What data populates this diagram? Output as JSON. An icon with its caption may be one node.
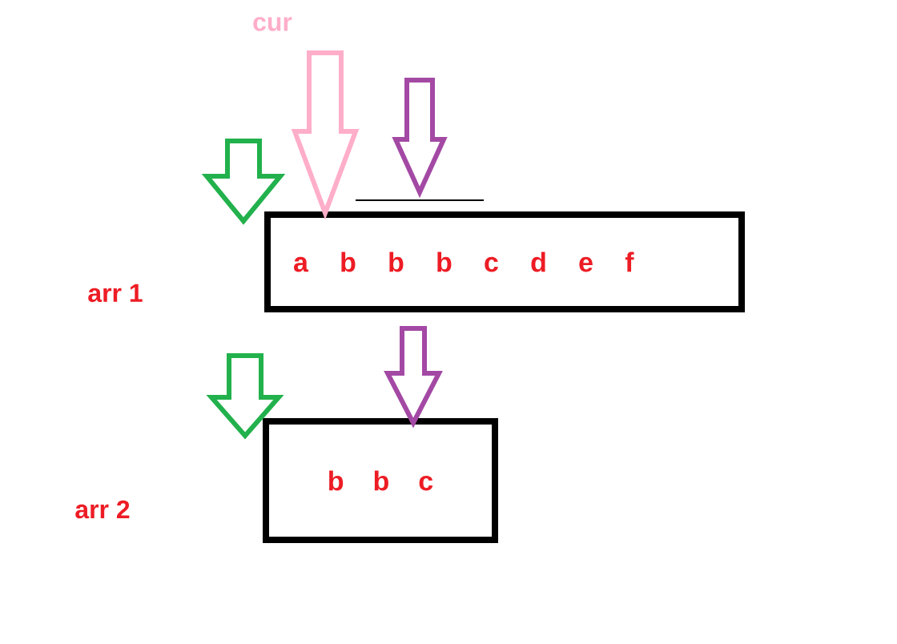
{
  "diagram": {
    "nodes": [
      {
        "text": [
          "a b b b c d e f"
        ]
      },
      {
        "text": [
          "b b c"
        ]
      }
    ],
    "edges": [
      {
        "from": null,
        "to": 0,
        "arrow": "to",
        "color": "#ffaec9"
      },
      {
        "from": null,
        "to": 0,
        "arrow": "to",
        "color": "#22b14c"
      },
      {
        "from": null,
        "to": 0,
        "arrow": "to",
        "color": "#a349a4"
      },
      {
        "from": null,
        "to": 1,
        "arrow": "to",
        "color": "#22b14c"
      },
      {
        "from": null,
        "to": 1,
        "arrow": "to",
        "color": "#a349a4"
      }
    ],
    "labels": [
      "cur",
      "arr 1",
      "arr 2"
    ]
  }
}
